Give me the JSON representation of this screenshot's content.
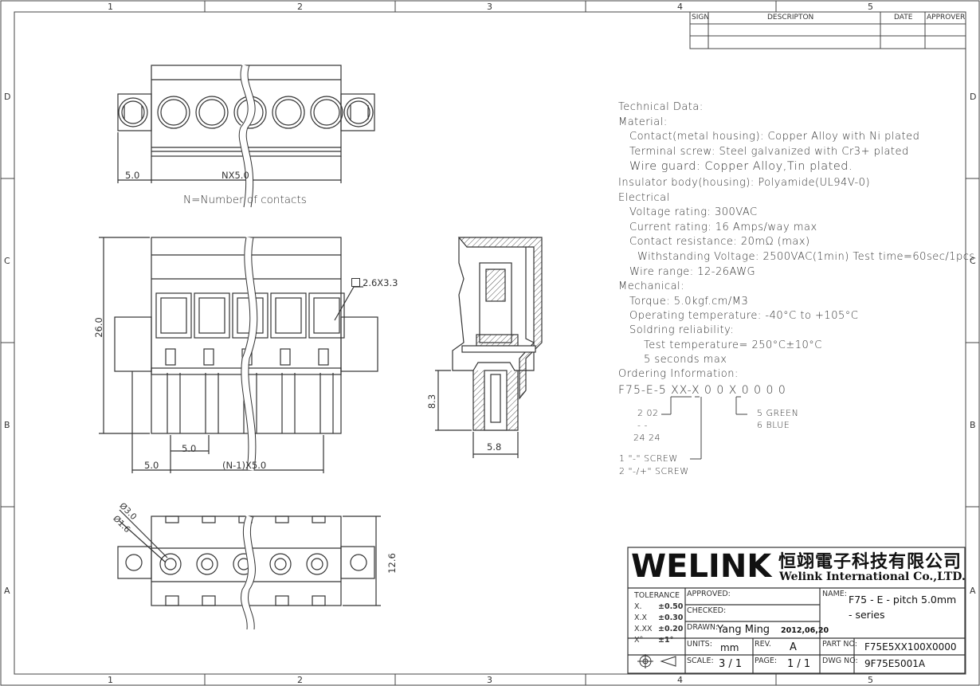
{
  "grid": {
    "cols": [
      "1",
      "2",
      "3",
      "4",
      "5"
    ],
    "rows": [
      "D",
      "C",
      "B",
      "A"
    ]
  },
  "revision_table": {
    "sign": "SIGN",
    "description": "DESCRIPTON",
    "date": "DATE",
    "approver": "APPROVER"
  },
  "drawing_labels": {
    "top_left_dim": "5.0",
    "top_span_dim": "NX5.0",
    "n_note": "N=Number of contacts",
    "side_height": "26.0",
    "hole_size": "2.6X3.3",
    "pitch_dim": "5.0",
    "left_offset": "5.0",
    "span_dim": "(N-1)X5.0",
    "section_height": "8.3",
    "section_width": "5.8",
    "dia_outer": "Ø3.0",
    "dia_inner": "Ø1.6",
    "bottom_height": "12.6"
  },
  "tech": {
    "lines": [
      {
        "text": "Technical Data:",
        "indent": 0
      },
      {
        "text": "Material:",
        "indent": 0
      },
      {
        "text": "Contact(metal housing): Copper Alloy with Ni plated",
        "indent": 1
      },
      {
        "text": "Terminal screw: Steel galvanized with Cr3+ plated",
        "indent": 1
      },
      {
        "text": "Wire guard: Copper Alloy,Tin plated.",
        "indent": 1
      },
      {
        "text": "Insulator body(housing): Polyamide(UL94V-0)",
        "indent": 0
      },
      {
        "text": "Electrical",
        "indent": 0
      },
      {
        "text": "Voltage rating: 300VAC",
        "indent": 1
      },
      {
        "text": "Current rating: 16 Amps/way max",
        "indent": 1
      },
      {
        "text": "Contact resistance: 20mΩ (max)",
        "indent": 1
      },
      {
        "text": "Withstanding Voltage: 2500VAC(1min) Test time=60sec/1pcs",
        "indent": 2
      },
      {
        "text": "Wire range: 12-26AWG",
        "indent": 1
      },
      {
        "text": "Mechanical:",
        "indent": 0
      },
      {
        "text": "Torque: 5.0kgf.cm/M3",
        "indent": 1
      },
      {
        "text": "Operating temperature: -40°C to +105°C",
        "indent": 1
      },
      {
        "text": "Soldring reliability:",
        "indent": 1
      },
      {
        "text": "Test temperature= 250°C±10°C",
        "indent": 3
      },
      {
        "text": "5 seconds max",
        "indent": 3
      },
      {
        "text": "Ordering Information:",
        "indent": 0
      }
    ]
  },
  "ordering": {
    "code": "F75-E-5 XX-X 0 0 X 0 0 0 0",
    "contacts_a": "2   02",
    "contacts_b": "-    -",
    "contacts_c": "24  24",
    "color_5": "5   GREEN",
    "color_6": "6   BLUE",
    "screw_1": "1   \"-\" SCREW",
    "screw_2": "2   \"-/+\" SCREW"
  },
  "title_block": {
    "logo": "WELINK",
    "company_cn": "恒翊電子科技有限公司",
    "company_en": "Welink International Co.,LTD.",
    "tolerance_label": "TOLERANCE",
    "tol": [
      {
        "k": "X.",
        "v": "±0.50"
      },
      {
        "k": "X.X",
        "v": "±0.30"
      },
      {
        "k": "X.XX",
        "v": "±0.20"
      },
      {
        "k": "X°",
        "v": "±1°"
      }
    ],
    "approved_label": "APPROVED:",
    "checked_label": "CHECKED:",
    "drawn_label": "DRAWN:",
    "drawn_by": "Yang Ming",
    "drawn_date": "2012,06,20",
    "units_label": "UNITS:",
    "units": "mm",
    "rev_label": "REV.",
    "rev": "A",
    "scale_label": "SCALE:",
    "scale": "3 / 1",
    "page_label": "PAGE:",
    "page": "1 / 1",
    "name_label": "NAME:",
    "name_1": "F75 - E - pitch 5.0mm",
    "name_2": "- series",
    "part_label": "PART NO:",
    "part_no": "F75E5XX100X0000",
    "dwg_label": "DWG NO:",
    "dwg_no": "9F75E5001A"
  }
}
